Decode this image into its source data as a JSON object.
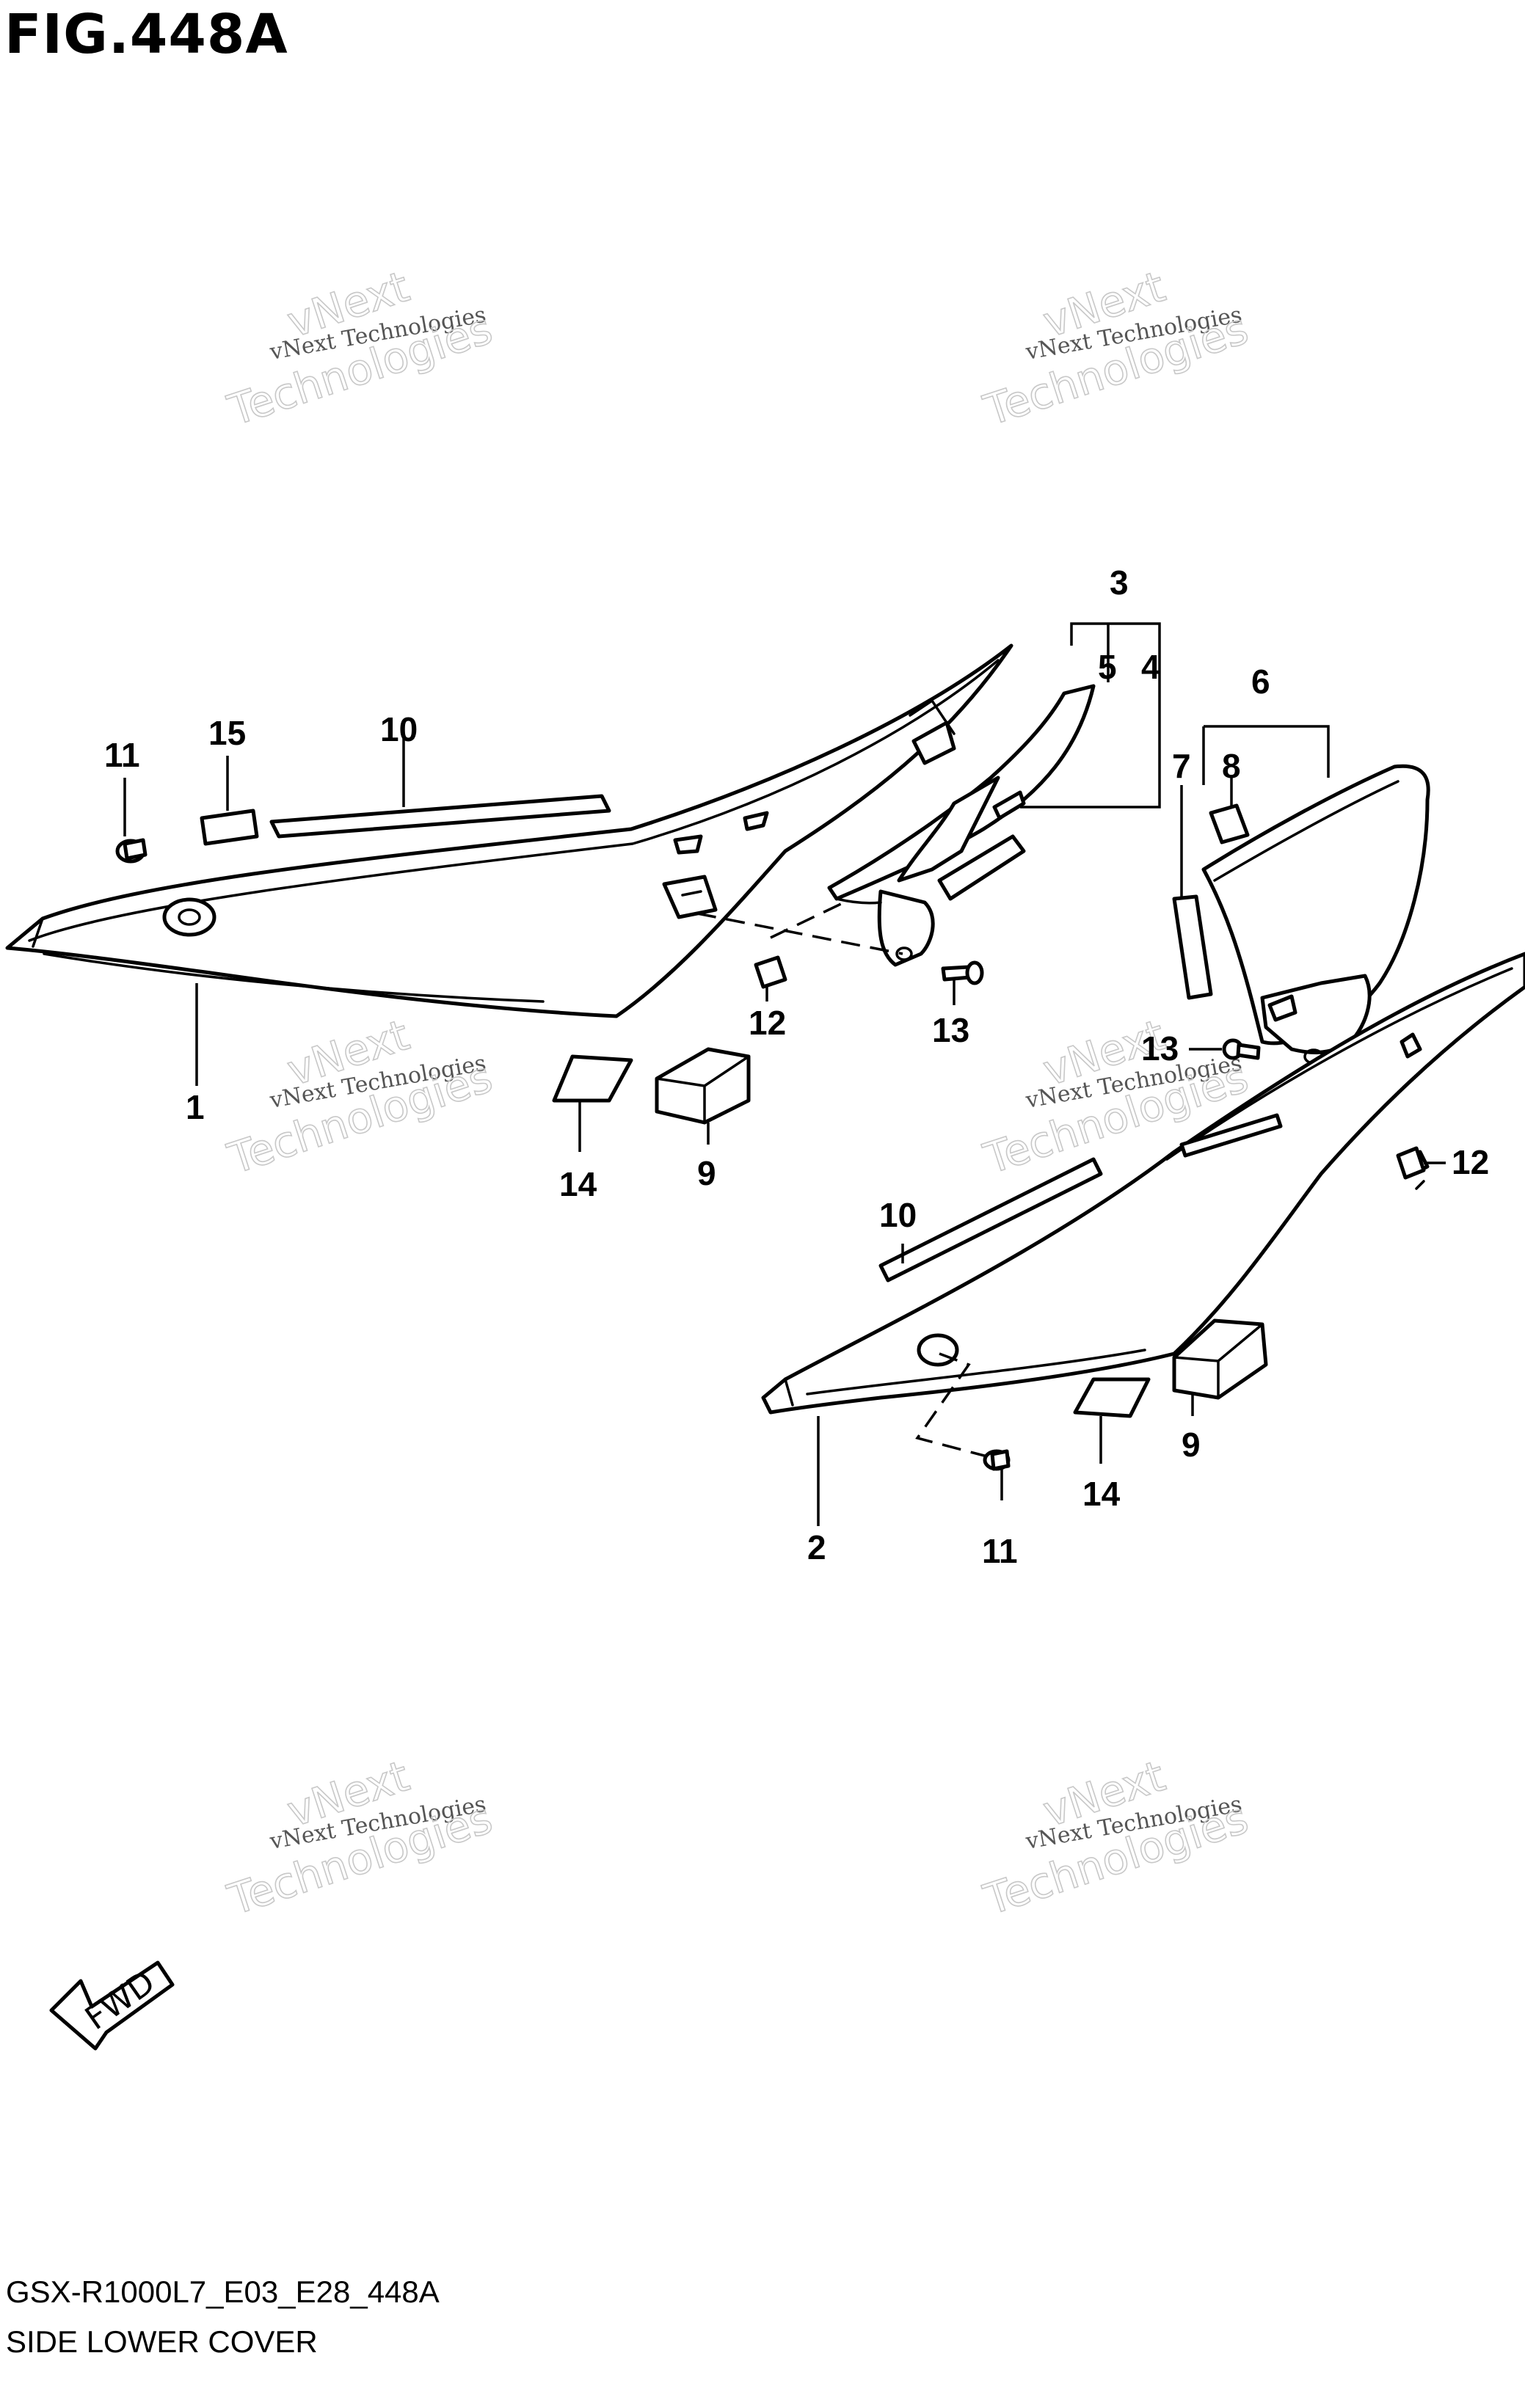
{
  "figure": {
    "title": "FIG.448A",
    "code": "GSX-R1000L7_E03_E28_448A",
    "caption": "SIDE LOWER COVER"
  },
  "watermark": {
    "line1": "vNext Technologies",
    "line2": "vNext",
    "line3": "Technologies"
  },
  "fwd_label": "FWD",
  "callouts": {
    "c1": "1",
    "c2": "2",
    "c3": "3",
    "c4": "4",
    "c5": "5",
    "c6": "6",
    "c7": "7",
    "c8": "8",
    "c9a": "9",
    "c9b": "9",
    "c10a": "10",
    "c10b": "10",
    "c11a": "11",
    "c11b": "11",
    "c12a": "12",
    "c12b": "12",
    "c13a": "13",
    "c13b": "13",
    "c14a": "14",
    "c14b": "14",
    "c15": "15"
  }
}
